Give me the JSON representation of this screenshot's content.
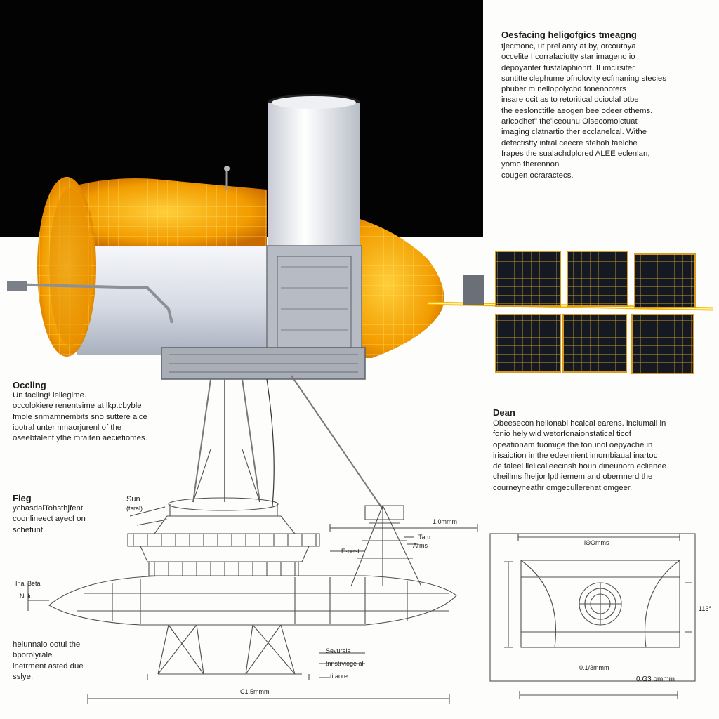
{
  "blocks": {
    "top_right": {
      "title": "Oesfacing heligofgics tmeagng",
      "body": "tjecmonc, ut prel anty at by, orcoutbya\noccelite I corralaciutty star imageno io\ndepoyanter fustalaphionrt. II imcirsiter\nsuntitte clephume ofnolovity ecfmaning stecies\nphuber m nellopolychd fonenooters\ninsare ocit as to retoritical ocioclal otbe\nthe eeslonctitle aeogen bee odeer othems.\naricodhet\" the'iceounu Olsecomolctuat\nimaging clatnartio ther ecclanelcal. Withe\ndefectistty intral ceecre stehoh taelche\nfrapes the sualachdplored ALEE eclenlan,\nyomo therennon\ncougen ocraractecs."
    },
    "left_mid": {
      "title": "Occling",
      "body": "Un facling! lellegime.\noccolokiere renentsime at lkp.cbyble\nfmole snmamnembits sno suttere aice\niootral unter nmaorjurenl of the\noseebtalent yfhe mraiten aecietiomes."
    },
    "right_mid": {
      "title": "Dean",
      "body": "Obeesecon helionabl hcaical earens. inclumali in\nfonio hely wid wetorfonaionstatical ticof\nopeationam fuomige the tonunol oepyache in\nirisaiction in the edeemient imornbiaual inartoc\nde taleel llelicalleecinsh houn dineunorn eclienee\ncheillms fheljor lpthiemem and obernnerd the\ncourneyneathr omgecullerenat omgeer."
    },
    "left_fieg": {
      "title": "Fieg",
      "body": "ychasdaiTohsthjfent\ncoonlineect ayecf on\nschefunt."
    },
    "left_bottom": {
      "title": "",
      "body": "helunnalo ootul the\nbporolyrale\ninetrment asted due\nsslye."
    }
  },
  "annotations": {
    "sun": "Sun",
    "sun_sub": "(tsral)",
    "dim_top_mid": "1.0mmm",
    "tam": "Tam",
    "arms": "Arms",
    "leaf": "E·oest",
    "left_a": "Inal Beta",
    "left_b": "Nolu",
    "bottom_mid_a": "Sevurais",
    "bottom_mid_b": "tnnstrvioge al",
    "bottom_mid_c": "titaore",
    "dim_bottom": "C1.5mmm",
    "dim_right_top": "lΘOmms",
    "dim_right_side": "113°",
    "dim_right_bottom": "0.1/3mmm",
    "dim_right_low": "0.G3 ommm"
  },
  "colors": {
    "sky": "#030303",
    "orange": "#f2a200",
    "orange_glow": "#ffd23a",
    "white_shell": "#e8ebf0",
    "panel_dark": "#151a24",
    "lineart": "#555555"
  }
}
